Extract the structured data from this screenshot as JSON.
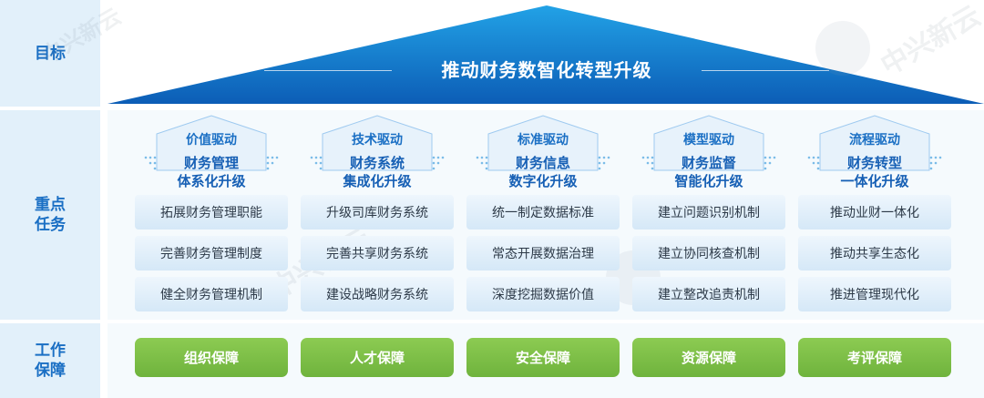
{
  "labels": {
    "goal": "目标",
    "tasks_line1": "重点",
    "tasks_line2": "任务",
    "guarantees_line1": "工作",
    "guarantees_line2": "保障"
  },
  "goal_title": "推动财务数智化转型升级",
  "columns": [
    {
      "driver": "价值驱动",
      "upgrade_line1": "财务管理",
      "upgrade_line2": "体系化升级",
      "tasks": [
        "拓展财务管理职能",
        "完善财务管理制度",
        "健全财务管理机制"
      ]
    },
    {
      "driver": "技术驱动",
      "upgrade_line1": "财务系统",
      "upgrade_line2": "集成化升级",
      "tasks": [
        "升级司库财务系统",
        "完善共享财务系统",
        "建设战略财务系统"
      ]
    },
    {
      "driver": "标准驱动",
      "upgrade_line1": "财务信息",
      "upgrade_line2": "数字化升级",
      "tasks": [
        "统一制定数据标准",
        "常态开展数据治理",
        "深度挖掘数据价值"
      ]
    },
    {
      "driver": "模型驱动",
      "upgrade_line1": "财务监督",
      "upgrade_line2": "智能化升级",
      "tasks": [
        "建立问题识别机制",
        "建立协同核查机制",
        "建立整改追责机制"
      ]
    },
    {
      "driver": "流程驱动",
      "upgrade_line1": "财务转型",
      "upgrade_line2": "一体化升级",
      "tasks": [
        "推动业财一体化",
        "推动共享生态化",
        "推进管理现代化"
      ]
    }
  ],
  "guarantees": [
    "组织保障",
    "人才保障",
    "安全保障",
    "资源保障",
    "考评保障"
  ],
  "watermark": "中兴新云",
  "colors": {
    "roof_top": "#1e9ae0",
    "roof_bottom": "#0d5fb8",
    "label_bg": "#e2f0fa",
    "label_text": "#1a6fc4",
    "guarantee_green": "#7cbd45"
  }
}
